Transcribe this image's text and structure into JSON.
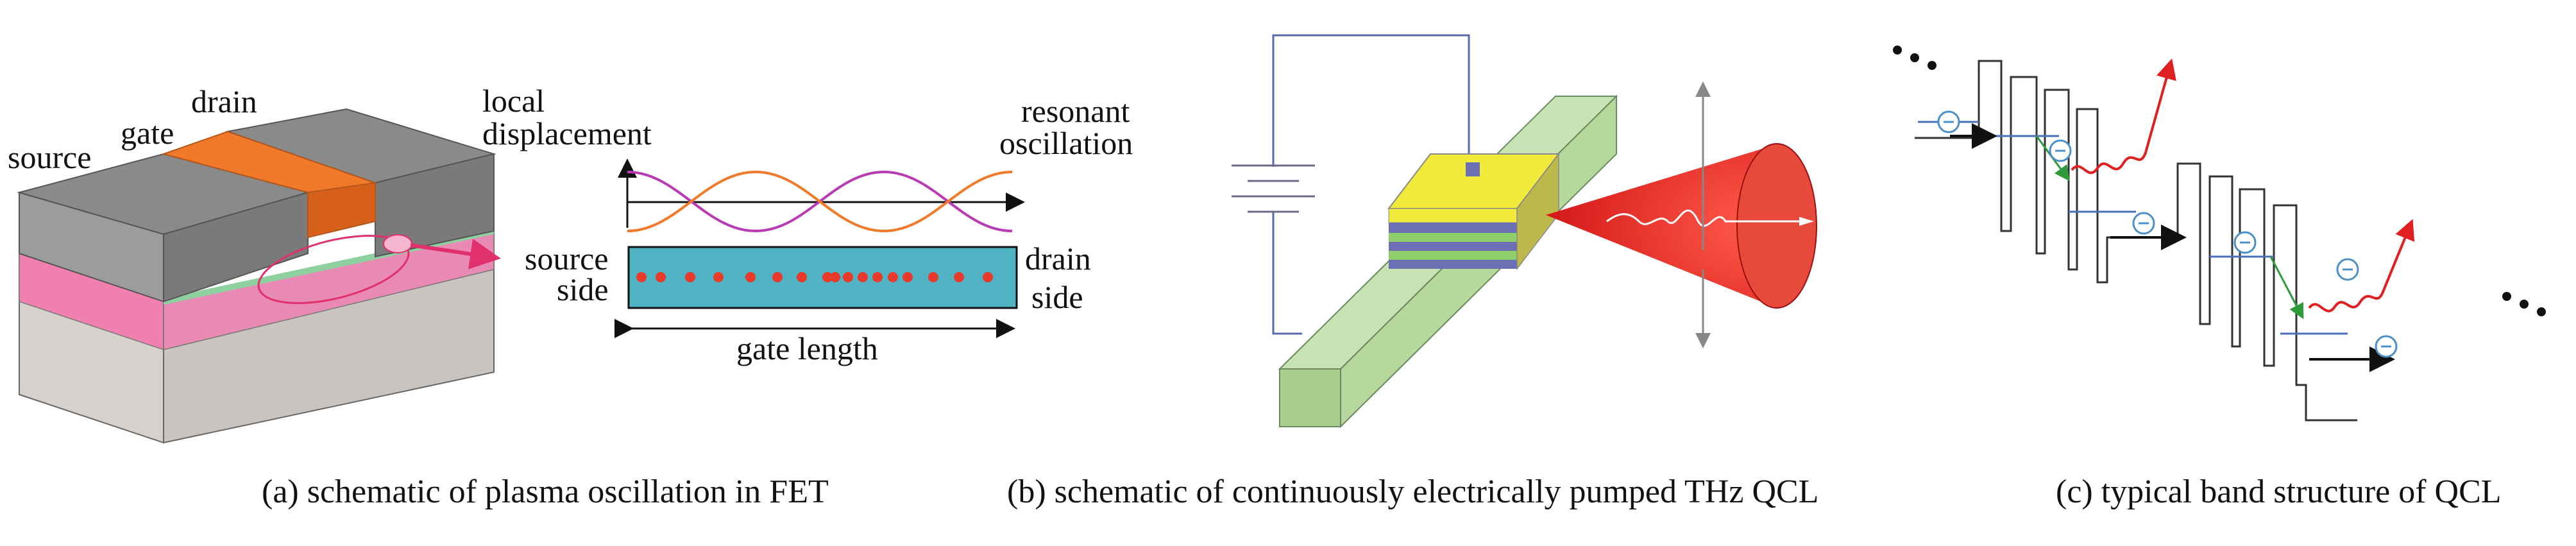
{
  "panel_a": {
    "labels": {
      "source": "source",
      "gate": "gate",
      "drain": "drain",
      "local": "local",
      "displacement": "displacement",
      "resonant": "resonant",
      "oscillation": "oscillation",
      "source_side_1": "source",
      "source_side_2": "side",
      "drain_side_1": "drain",
      "drain_side_2": "side",
      "gate_length": "gate length"
    },
    "caption": "(a) schematic of plasma oscillation in FET"
  },
  "panel_b": {
    "caption": "(b) schematic of continuously electrically pumped THz QCL"
  },
  "panel_c": {
    "caption": "(c) typical band structure of QCL"
  },
  "colors": {
    "orange": "#f07a2a",
    "pink": "#f080b0",
    "gray_top": "#8f8f8f",
    "teal": "#4fb3c4",
    "red_dot": "#e83a2a",
    "green_bar": "#a9cf8e",
    "yellow": "#f2ea3a",
    "blue_layer": "#6d6fb5",
    "red_beam": "#e02020",
    "blue_level": "#4a6fb8",
    "green_arrow": "#2e9a3a"
  }
}
